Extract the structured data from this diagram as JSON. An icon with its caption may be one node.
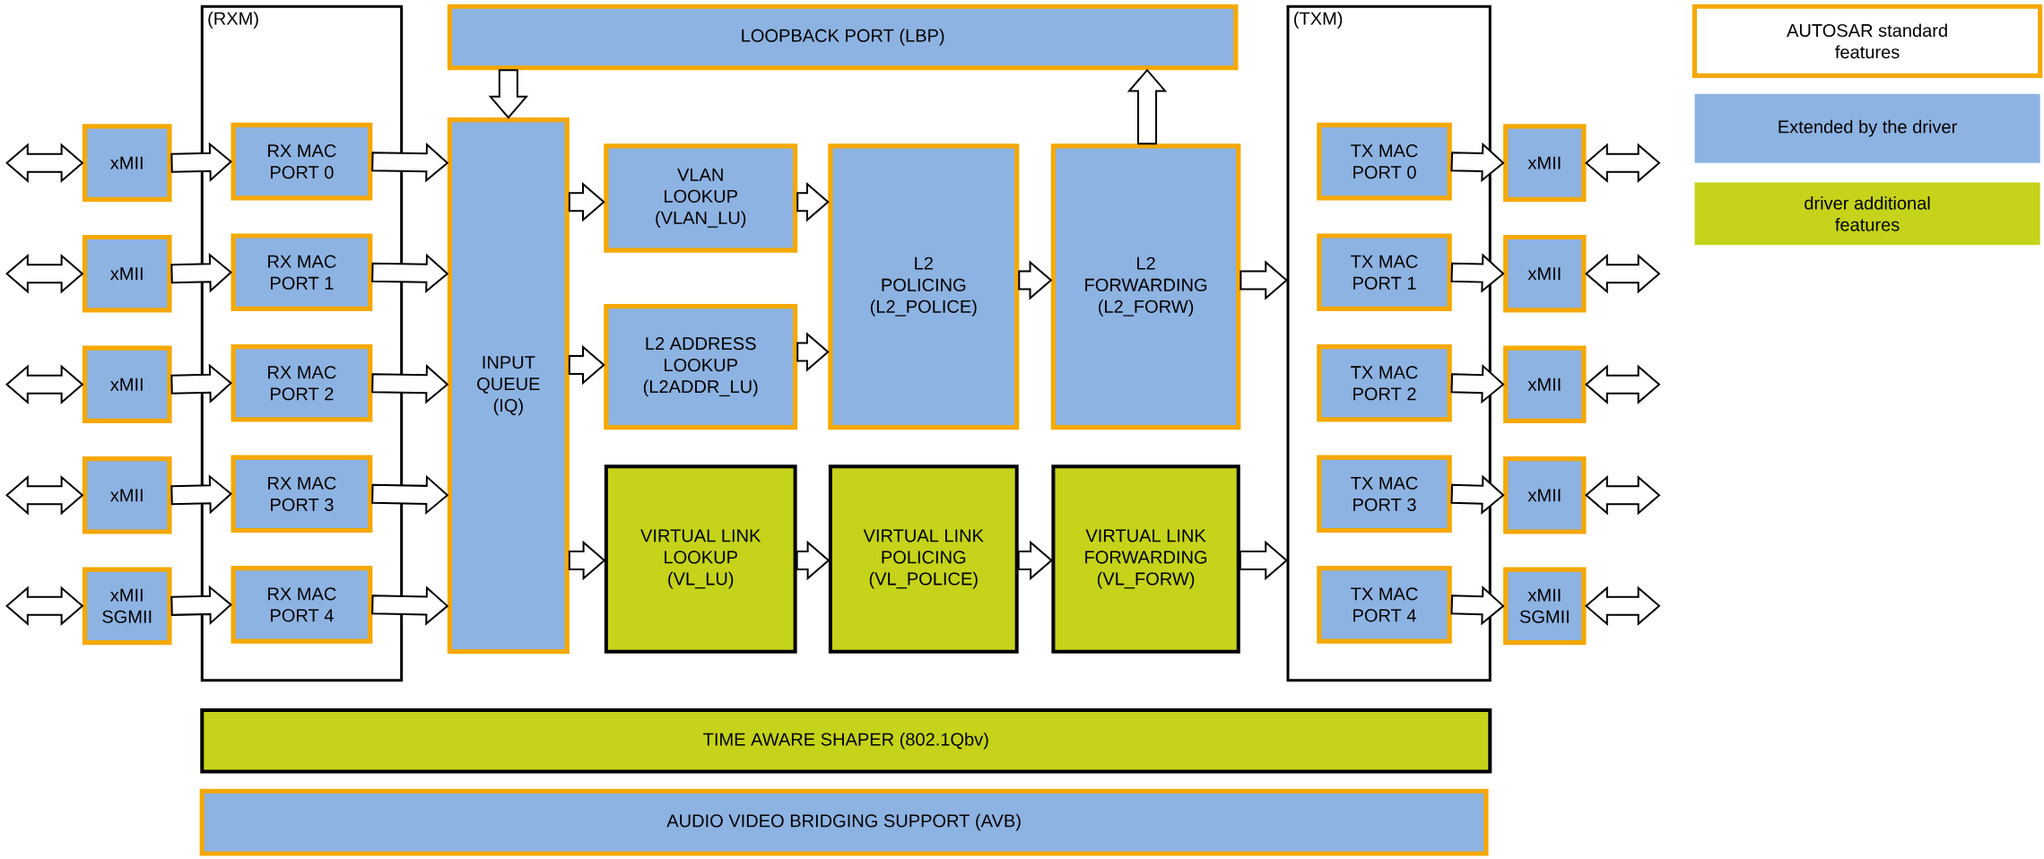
{
  "diagram": {
    "nodes": [
      {
        "text": [
          "(RXM)"
        ]
      },
      {
        "text": [
          "RX MAC PORT 0"
        ],
        "in": 0
      },
      {
        "text": [
          "RX MAC PORT 1"
        ],
        "in": 0
      },
      {
        "text": [
          "RX MAC PORT 2"
        ],
        "in": 0
      },
      {
        "text": [
          "RX MAC PORT 3"
        ],
        "in": 0
      },
      {
        "text": [
          "RX MAC PORT 4"
        ],
        "in": 0
      },
      {
        "text": [
          "LOOPBACK PORT (LBP)"
        ]
      },
      {
        "text": [
          "(TXM)"
        ]
      },
      {
        "text": [
          "TX MAC PORT 0"
        ],
        "in": 7
      },
      {
        "text": [
          "TX MAC PORT 1"
        ],
        "in": 7
      },
      {
        "text": [
          "TX MAC PORT 2"
        ],
        "in": 7
      },
      {
        "text": [
          "TX MAC PORT 3"
        ],
        "in": 7
      },
      {
        "text": [
          "TX MAC PORT 4"
        ],
        "in": 7
      },
      {
        "text": [
          "xMII"
        ]
      },
      {
        "text": [
          "xMII"
        ]
      },
      {
        "text": [
          "xMII"
        ]
      },
      {
        "text": [
          "xMII"
        ]
      },
      {
        "text": [
          "xMII SGMII"
        ]
      },
      {
        "text": [
          "xMII"
        ]
      },
      {
        "text": [
          "xMII"
        ]
      },
      {
        "text": [
          "xMII"
        ]
      },
      {
        "text": [
          "xMII"
        ]
      },
      {
        "text": [
          "xMII SGMII"
        ]
      },
      {
        "text": [
          "INPUT QUEUE (IQ)"
        ]
      },
      {
        "text": [
          "VLAN LOOKUP (VLAN_LU)"
        ]
      },
      {
        "text": [
          "L2 ADDRESS LOOKUP (L2ADDR_LU)"
        ]
      },
      {
        "text": [
          "L2 POLICING (L2_POLICE)"
        ]
      },
      {
        "text": [
          "L2 FORWARDING (L2_FORW)"
        ]
      },
      {
        "text": [
          "VIRTUAL LINK LOOKUP (VL_LU)"
        ]
      },
      {
        "text": [
          "VIRTUAL LINK POLICING (VL_POLICE)"
        ]
      },
      {
        "text": [
          "VIRTUAL LINK FORWARDING (VL_FORW)"
        ]
      },
      {
        "text": [
          "TIME AWARE SHAPER (802.1Qbv)"
        ]
      },
      {
        "text": [
          "AUDIO VIDEO BRIDGING SUPPORT (AVB)"
        ]
      }
    ],
    "edges": [
      {
        "from": null,
        "to": 13,
        "arrow": "both"
      },
      {
        "from": null,
        "to": 14,
        "arrow": "both"
      },
      {
        "from": null,
        "to": 15,
        "arrow": "both"
      },
      {
        "from": null,
        "to": 16,
        "arrow": "both"
      },
      {
        "from": null,
        "to": 17,
        "arrow": "both"
      },
      {
        "from": 13,
        "to": 1,
        "arrow": "to"
      },
      {
        "from": 14,
        "to": 2,
        "arrow": "to"
      },
      {
        "from": 15,
        "to": 3,
        "arrow": "to"
      },
      {
        "from": 16,
        "to": 4,
        "arrow": "to"
      },
      {
        "from": 17,
        "to": 5,
        "arrow": "to"
      },
      {
        "from": 1,
        "to": 23,
        "arrow": "to"
      },
      {
        "from": 2,
        "to": 23,
        "arrow": "to"
      },
      {
        "from": 3,
        "to": 23,
        "arrow": "to"
      },
      {
        "from": 4,
        "to": 23,
        "arrow": "to"
      },
      {
        "from": 5,
        "to": 23,
        "arrow": "to"
      },
      {
        "from": 23,
        "to": 24,
        "arrow": "to"
      },
      {
        "from": 23,
        "to": 25,
        "arrow": "to"
      },
      {
        "from": 23,
        "to": 28,
        "arrow": "to"
      },
      {
        "from": 24,
        "to": 26,
        "arrow": "to"
      },
      {
        "from": 25,
        "to": 26,
        "arrow": "to"
      },
      {
        "from": 26,
        "to": 27,
        "arrow": "to"
      },
      {
        "from": 27,
        "to": 6,
        "arrow": "to"
      },
      {
        "from": 6,
        "to": 23,
        "arrow": "to"
      },
      {
        "from": 27,
        "to": 7,
        "arrow": "to"
      },
      {
        "from": 28,
        "to": 29,
        "arrow": "to"
      },
      {
        "from": 29,
        "to": 30,
        "arrow": "to"
      },
      {
        "from": 30,
        "to": 7,
        "arrow": "to"
      },
      {
        "from": 8,
        "to": 18,
        "arrow": "to"
      },
      {
        "from": 9,
        "to": 19,
        "arrow": "to"
      },
      {
        "from": 10,
        "to": 20,
        "arrow": "to"
      },
      {
        "from": 11,
        "to": 21,
        "arrow": "to"
      },
      {
        "from": 12,
        "to": 22,
        "arrow": "to"
      },
      {
        "from": 18,
        "to": null,
        "arrow": "both"
      },
      {
        "from": 19,
        "to": null,
        "arrow": "both"
      },
      {
        "from": 20,
        "to": null,
        "arrow": "both"
      },
      {
        "from": 21,
        "to": null,
        "arrow": "both"
      },
      {
        "from": 22,
        "to": null,
        "arrow": "both"
      }
    ],
    "legend": [
      {
        "text": "AUTOSAR standard features",
        "color": "#f5a800"
      },
      {
        "text": "Extended by the driver",
        "color": "#8db3e2"
      },
      {
        "text": "driver additional features",
        "color": "#c5d31a"
      }
    ]
  }
}
